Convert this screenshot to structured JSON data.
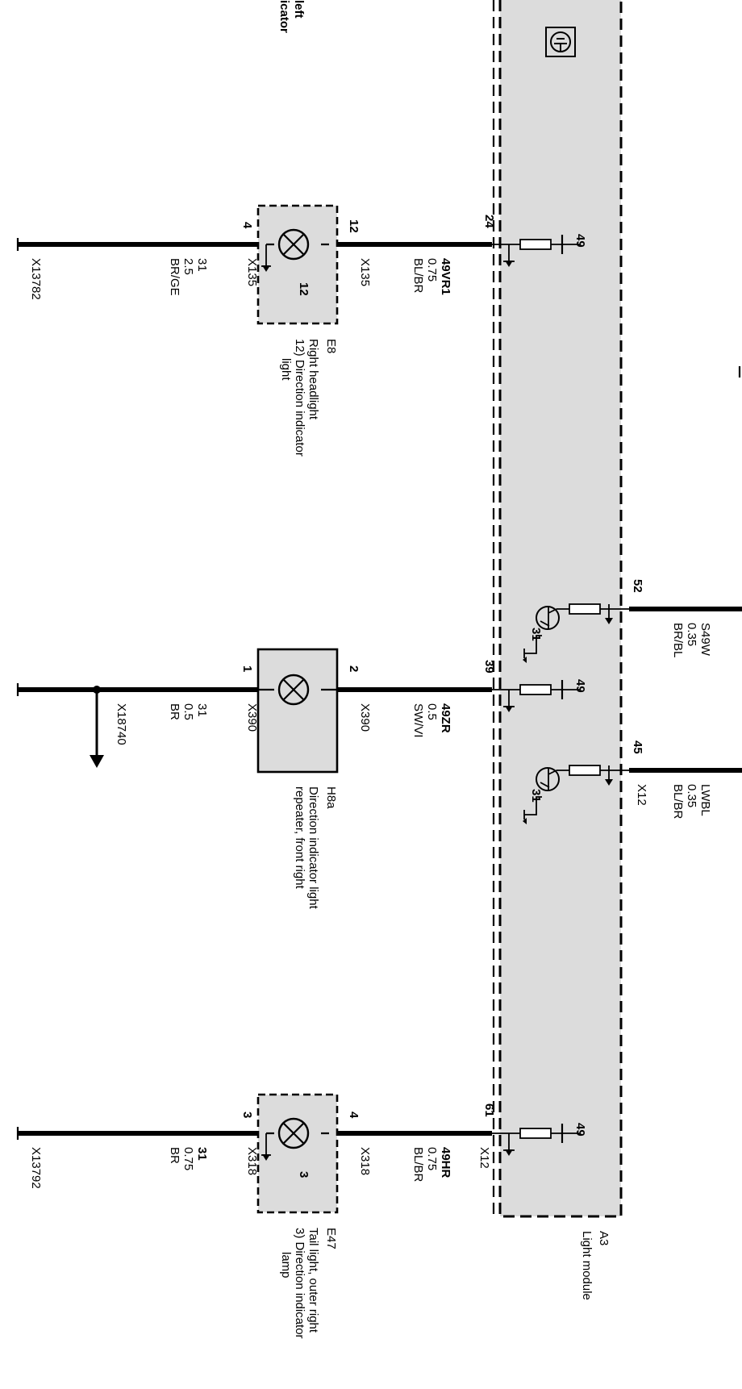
{
  "module": {
    "code": "A3",
    "name": "Light module",
    "ground_icon": "ground-symbol-icon"
  },
  "top_left_labels": [
    "left",
    "icator"
  ],
  "branches": [
    {
      "pin": "24",
      "ground": "49",
      "wire_top": {
        "code": "49VR1",
        "size": "0.75",
        "color": "BL/BR",
        "conn": "X135"
      },
      "comp_pin_top": "12",
      "comp_pin_bottom": "4",
      "inner_label": "12",
      "wire_bottom": {
        "code": "31",
        "size": "2.5",
        "color": "BR/GE",
        "conn": "X135"
      },
      "end_label": "X13782",
      "comp_code": "E8",
      "comp_desc": [
        "Right headlight",
        "12) Direction indicator",
        "light"
      ]
    },
    {
      "pin": "39",
      "ground": "49",
      "wire_top": {
        "code": "49ZR",
        "size": "0.5",
        "color": "SW/VI",
        "conn": "X390"
      },
      "comp_pin_top": "2",
      "comp_pin_bottom": "1",
      "wire_bottom": {
        "code": "31",
        "size": "0.5",
        "color": "BR",
        "conn": "X390"
      },
      "branch_conn": "X18740",
      "comp_code": "H8a",
      "comp_desc": [
        "Direction indicator light",
        "repeater, front right"
      ]
    },
    {
      "pin": "61",
      "ground": "49",
      "module_conn": "X12",
      "wire_top": {
        "code": "49HR",
        "size": "0.75",
        "color": "BL/BR",
        "conn": "X318"
      },
      "comp_pin_top": "4",
      "comp_pin_bottom": "3",
      "inner_label": "3",
      "wire_bottom": {
        "code": "31",
        "size": "0.75",
        "color": "BR",
        "conn": "X318"
      },
      "end_label": "X13792",
      "comp_code": "E47",
      "comp_desc": [
        "Tail light, outer right",
        "3) Direction indicator",
        "lamp"
      ]
    }
  ],
  "inputs": [
    {
      "pin": "52",
      "ground": "31",
      "code": "S49W",
      "size": "0.35",
      "color": "BR/BL"
    },
    {
      "pin": "45",
      "ground": "31",
      "code": "LWBL",
      "size": "0.35",
      "color": "BL/BR",
      "conn": "X12"
    }
  ]
}
